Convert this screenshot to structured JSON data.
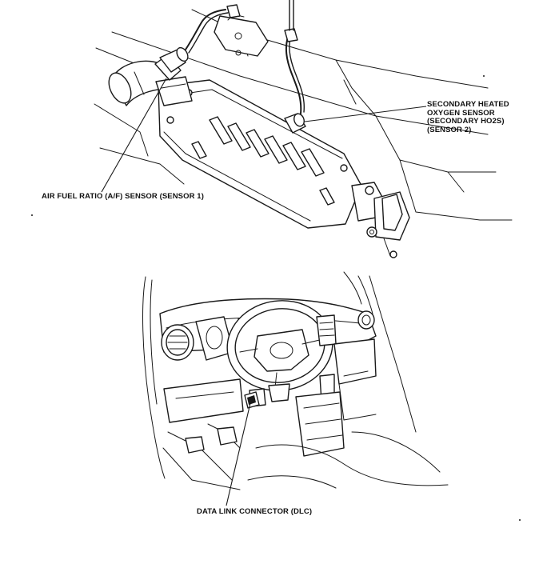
{
  "callouts": {
    "secondary_sensor": {
      "lines": [
        "SECONDARY HEATED",
        "OXYGEN SENSOR",
        "(SECONDARY HO2S)",
        "(SENSOR 2)"
      ]
    },
    "af_sensor": {
      "text": "AIR FUEL RATIO (A/F) SENSOR (SENSOR 1)"
    },
    "dlc": {
      "text": "DATA LINK CONNECTOR (DLC)"
    }
  },
  "colors": {
    "ink": "#1a1a1a",
    "paper": "#ffffff"
  }
}
